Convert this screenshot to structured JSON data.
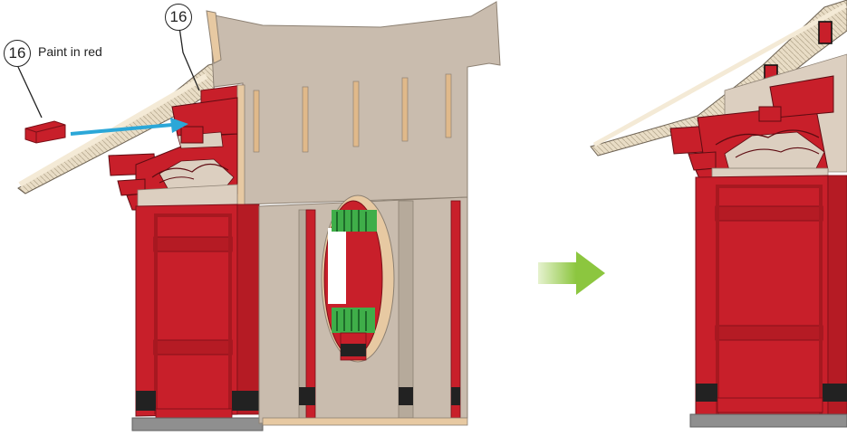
{
  "callouts": {
    "part_number_left": "16",
    "part_number_top": "16",
    "instruction_text": "Paint in red"
  },
  "colors": {
    "red": "#c81f2a",
    "wall": "#c9bcae",
    "wood": "#e7c9a2",
    "roof": "#eee1c9",
    "arrow_blue": "#2ba7d8",
    "arrow_green": "#8cc63f",
    "green": "#3fae49",
    "base": "#8f8f8f"
  }
}
